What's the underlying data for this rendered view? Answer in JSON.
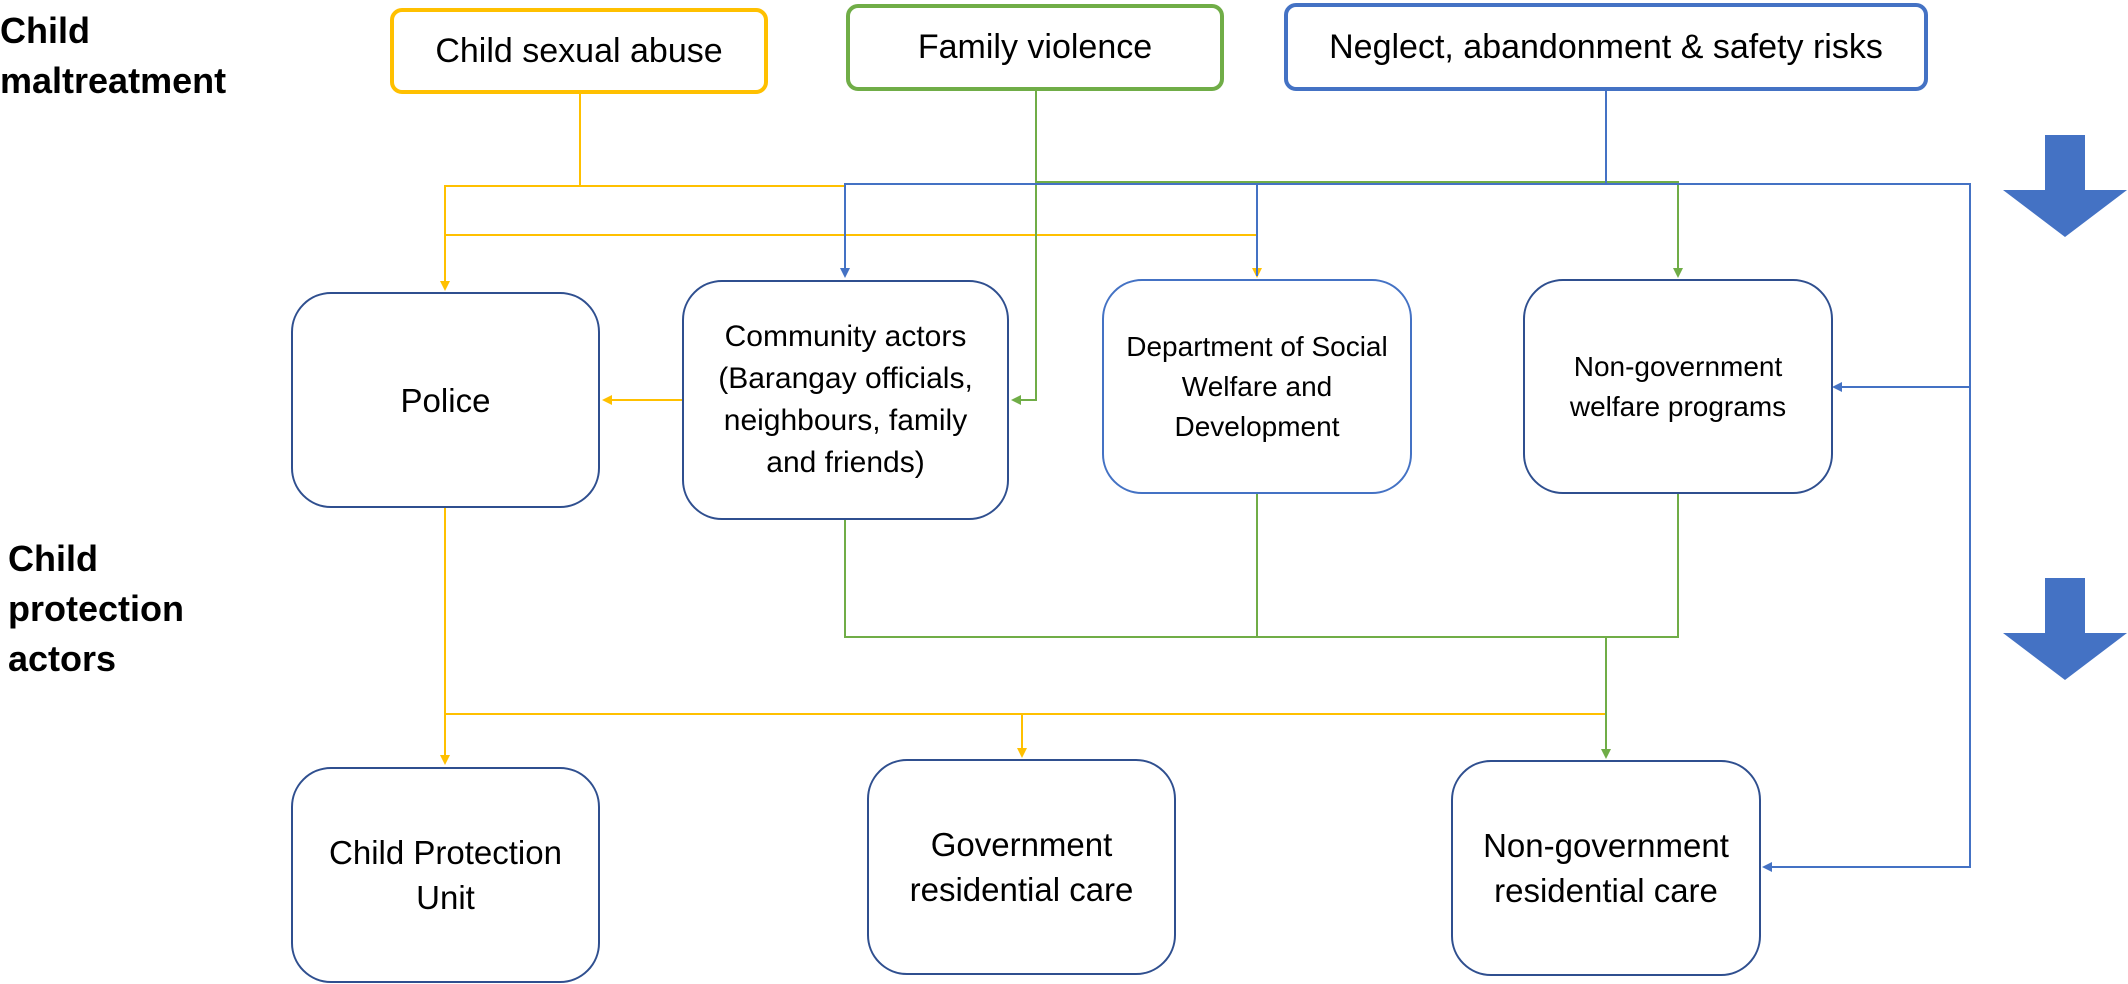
{
  "labels": {
    "maltreatment": "Child\nmaltreatment",
    "protection": "Child\nprotection\nactors"
  },
  "maltreatment_types": {
    "sexual_abuse": "Child sexual abuse",
    "family_violence": "Family violence",
    "neglect": "Neglect, abandonment & safety risks"
  },
  "actors": {
    "police": "Police",
    "community": "Community actors (Barangay officials, neighbours, family and friends)",
    "dswd": "Department of Social Welfare and Development",
    "ngo_welfare": "Non-government welfare programs",
    "cpu": "Child Protection Unit",
    "gov_care": "Government residential care",
    "ngo_care": "Non-government residential care"
  },
  "colors": {
    "sexual_abuse": "#ffc000",
    "family_violence": "#70ad47",
    "neglect": "#4472c4",
    "box_border": "#2f4f8f",
    "arrow": "#4472c4"
  },
  "icons": {
    "flow_arrow": "down-arrow-icon"
  }
}
